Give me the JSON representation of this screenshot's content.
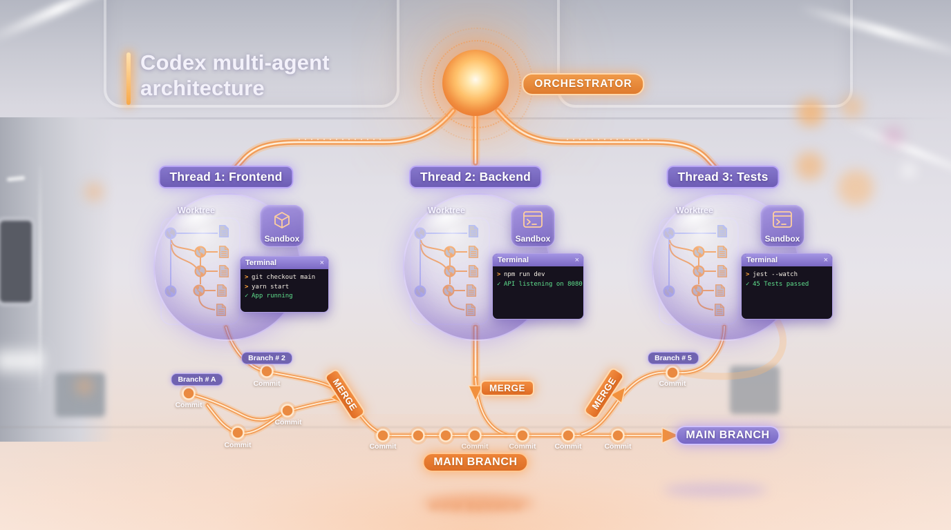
{
  "title": {
    "line1": "Codex multi-agent",
    "line2": "architecture"
  },
  "orchestrator": {
    "label": "ORCHESTRATOR"
  },
  "threads": [
    {
      "label": "Thread 1: Frontend",
      "worktree_label": "Worktree",
      "sandbox": {
        "label": "Sandbox",
        "icon": "cube-icon"
      },
      "terminal": {
        "title": "Terminal",
        "close_glyph": "×",
        "lines": [
          {
            "prompt": ">",
            "text": "git checkout main",
            "kind": "command"
          },
          {
            "prompt": ">",
            "text": "yarn start",
            "kind": "command"
          },
          {
            "prompt": "✓",
            "text": "App running",
            "kind": "success"
          }
        ]
      }
    },
    {
      "label": "Thread 2: Backend",
      "worktree_label": "Worktree",
      "sandbox": {
        "label": "Sandbox",
        "icon": "terminal-window-icon"
      },
      "terminal": {
        "title": "Terminal",
        "close_glyph": "×",
        "lines": [
          {
            "prompt": ">",
            "text": "npm run dev",
            "kind": "command"
          },
          {
            "prompt": "✓",
            "text": "API listening on 8080",
            "kind": "success"
          }
        ]
      }
    },
    {
      "label": "Thread 3: Tests",
      "worktree_label": "Worktree",
      "sandbox": {
        "label": "Sandbox",
        "icon": "terminal-window-icon"
      },
      "terminal": {
        "title": "Terminal",
        "close_glyph": "×",
        "lines": [
          {
            "prompt": ">",
            "text": "jest --watch",
            "kind": "command"
          },
          {
            "prompt": "✓",
            "text": "45 Tests passed",
            "kind": "success"
          }
        ]
      }
    }
  ],
  "git_flow": {
    "branches": [
      {
        "label": "Branch # A"
      },
      {
        "label": "Branch # 2"
      },
      {
        "label": "Branch # 5"
      }
    ],
    "merges": [
      "MERGE",
      "MERGE",
      "MERGE"
    ],
    "commit_label": "Commit",
    "main_branch_center_label": "MAIN BRANCH",
    "main_branch_right_label": "MAIN BRANCH"
  },
  "colors": {
    "accent_orange": "#E8823C",
    "accent_purple": "#8374CF",
    "tube_glow": "#FFB874",
    "terminal_green": "#5FE08D",
    "terminal_prompt": "#FFA43A",
    "terminal_bg": "#16121E"
  }
}
